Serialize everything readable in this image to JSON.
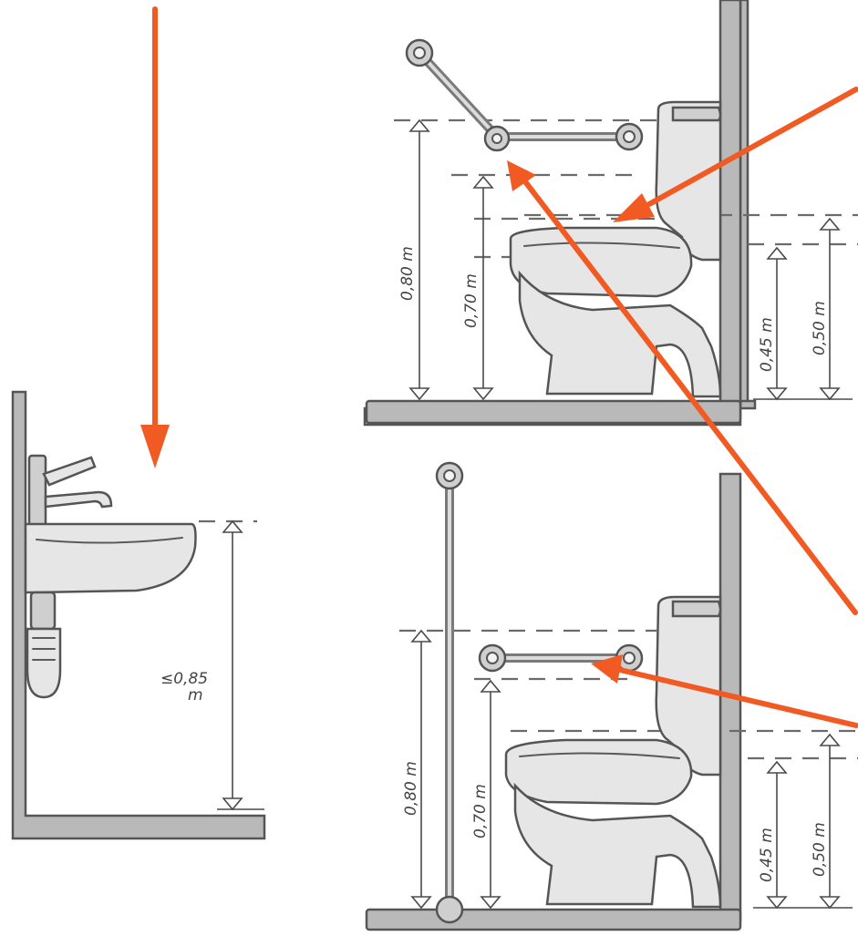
{
  "labels": {
    "sink_height": "≤0,85",
    "sink_unit": "m",
    "top_bar_080": "0,80 m",
    "top_bar_070": "0,70 m",
    "top_seat_045": "0,45 m",
    "top_seat_050": "0,50 m",
    "bottom_bar_080": "0,80 m",
    "bottom_bar_070": "0,70 m",
    "bottom_seat_045": "0,45 m",
    "bottom_seat_050": "0,50 m"
  },
  "colors": {
    "arrow": "#f15a22",
    "line": "#555555",
    "fixture": "#e6e6e6"
  }
}
